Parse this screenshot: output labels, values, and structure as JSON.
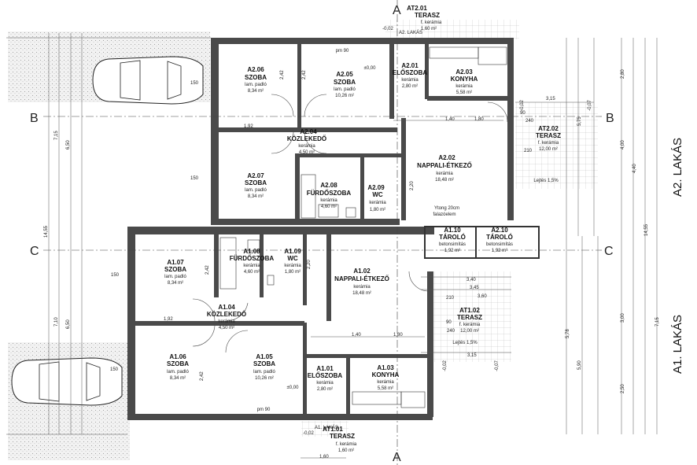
{
  "rooms": {
    "a2_06": {
      "code": "A2.06",
      "name": "SZOBA",
      "floor": "lam. padló",
      "area": "8,34 m²"
    },
    "a2_05": {
      "code": "A2.05",
      "name": "SZOBA",
      "floor": "lam. padló",
      "area": "10,26 m²"
    },
    "a2_01": {
      "code": "A2.01",
      "name": "ELŐSZOBA",
      "floor": "kerámia",
      "area": "2,80 m²"
    },
    "a2_03": {
      "code": "A2.03",
      "name": "KONYHA",
      "floor": "kerámia",
      "area": "5,58 m²"
    },
    "at2_01": {
      "code": "AT2.01",
      "name": "TERASZ",
      "floor": "f. kerámia",
      "area": "1,60 m²"
    },
    "a2_04": {
      "code": "A2.04",
      "name": "KÖZLEKEDŐ",
      "floor": "kerámia",
      "area": "4,50 m²"
    },
    "a2_07": {
      "code": "A2.07",
      "name": "SZOBA",
      "floor": "lam. padló",
      "area": "8,34 m²"
    },
    "a2_08": {
      "code": "A2.08",
      "name": "FÜRDŐSZOBA",
      "floor": "kerámia",
      "area": "4,60 m²"
    },
    "a2_09": {
      "code": "A2.09",
      "name": "WC",
      "floor": "kerámia",
      "area": "1,80 m²"
    },
    "a2_02": {
      "code": "A2.02",
      "name": "NAPPALI-ÉTKEZŐ",
      "floor": "kerámia",
      "area": "18,48 m²"
    },
    "at2_02": {
      "code": "AT2.02",
      "name": "TERASZ",
      "floor": "f. kerámia",
      "area": "12,00 m²"
    },
    "a1_10": {
      "code": "A1.10",
      "name": "TÁROLÓ",
      "floor": "betonsimítás",
      "area": "1,92 m²"
    },
    "a2_10": {
      "code": "A2.10",
      "name": "TÁROLÓ",
      "floor": "betonsimítás",
      "area": "1,92 m²"
    },
    "a1_08": {
      "code": "A1.08",
      "name": "FÜRDŐSZOBA",
      "floor": "kerámia",
      "area": "4,60 m²"
    },
    "a1_09": {
      "code": "A1.09",
      "name": "WC",
      "floor": "kerámia",
      "area": "1,80 m²"
    },
    "a1_07": {
      "code": "A1.07",
      "name": "SZOBA",
      "floor": "lam. padló",
      "area": "8,34 m²"
    },
    "a1_02": {
      "code": "A1.02",
      "name": "NAPPALI-ÉTKEZŐ",
      "floor": "kerámia",
      "area": "18,48 m²"
    },
    "a1_04": {
      "code": "A1.04",
      "name": "KÖZLEKEDŐ",
      "floor": "kerámia",
      "area": "4,50 m²"
    },
    "at1_02": {
      "code": "AT1.02",
      "name": "TERASZ",
      "floor": "f. kerámia",
      "area": "12,00 m²"
    },
    "a1_06": {
      "code": "A1.06",
      "name": "SZOBA",
      "floor": "lam. padló",
      "area": "8,34 m²"
    },
    "a1_05": {
      "code": "A1.05",
      "name": "SZOBA",
      "floor": "lam. padló",
      "area": "10,26 m²"
    },
    "a1_01": {
      "code": "A1.01",
      "name": "ELŐSZOBA",
      "floor": "kerámia",
      "area": "2,80 m²"
    },
    "a1_03": {
      "code": "A1.03",
      "name": "KONYHA",
      "floor": "kerámia",
      "area": "5,58 m²"
    },
    "at1_01": {
      "code": "AT1.01",
      "name": "TERASZ",
      "floor": "f. kerámia",
      "area": "1,60 m²"
    }
  },
  "sections": {
    "b_left": "B",
    "b_right": "B",
    "c_left": "C",
    "c_right": "C",
    "a_top": "A",
    "a_bottom": "A"
  },
  "apartments": {
    "a2": "A2. LAKÁS",
    "a1": "A1. LAKÁS"
  },
  "notes": {
    "ytong": "Ytong 20cm",
    "falazo": "falazóelem",
    "lejtes_top": "Lejtés 1,5%",
    "lejtes_bottom": "Lejtés 1,5%",
    "a2_lakas_small": "A2. LAKÁS",
    "a1_lakas_small": "A1. LAKÁS",
    "level_top": "±0,00",
    "level_bottom": "±0,00",
    "lvl_m002_top": "-0,02",
    "lvl_m002_right": "-0,02",
    "lvl_m007_right": "-0,07",
    "lvl_m002_mid": "-0,02",
    "lvl_m007_mid": "-0,07",
    "lvl_m002_bot": "-0,02",
    "pm90_top": "pm 90",
    "pm90_bottom": "pm 90"
  },
  "dims": {
    "left_total": "14,55",
    "right_total": "14,55",
    "left_715": "7,15",
    "left_710": "7,10",
    "left_650a": "6,50",
    "left_650b": "6,50",
    "r_715": "7,15",
    "r_400": "4,00",
    "r_440": "4,40",
    "r_575": "5,75",
    "r_578": "5,78",
    "r_280": "2,80",
    "r_250": "2,50",
    "r_300": "3,00",
    "r_590": "5,90",
    "d_315": "3,15",
    "d_345": "3,45",
    "d_360": "3,60",
    "d_340": "3,40",
    "d_160": "1,60",
    "d_140a": "1,40",
    "d_180a": "1,80",
    "d_140b": "1,40",
    "d_180b": "1,80",
    "d_192a": "1,92",
    "d_192b": "1,92",
    "d_150a": "150",
    "d_150b": "150",
    "d_150c": "150",
    "d_150d": "150",
    "d_220a": "2,20",
    "d_220b": "2,20",
    "d_242a": "2,42",
    "d_242b": "2,42",
    "d_242c": "2,42",
    "d_242d": "2,42",
    "d_90a": "90",
    "d_210a": "210",
    "d_240a": "240",
    "d_90b": "90",
    "d_210b": "210",
    "d_240b": "240",
    "d_315b": "3,15"
  }
}
